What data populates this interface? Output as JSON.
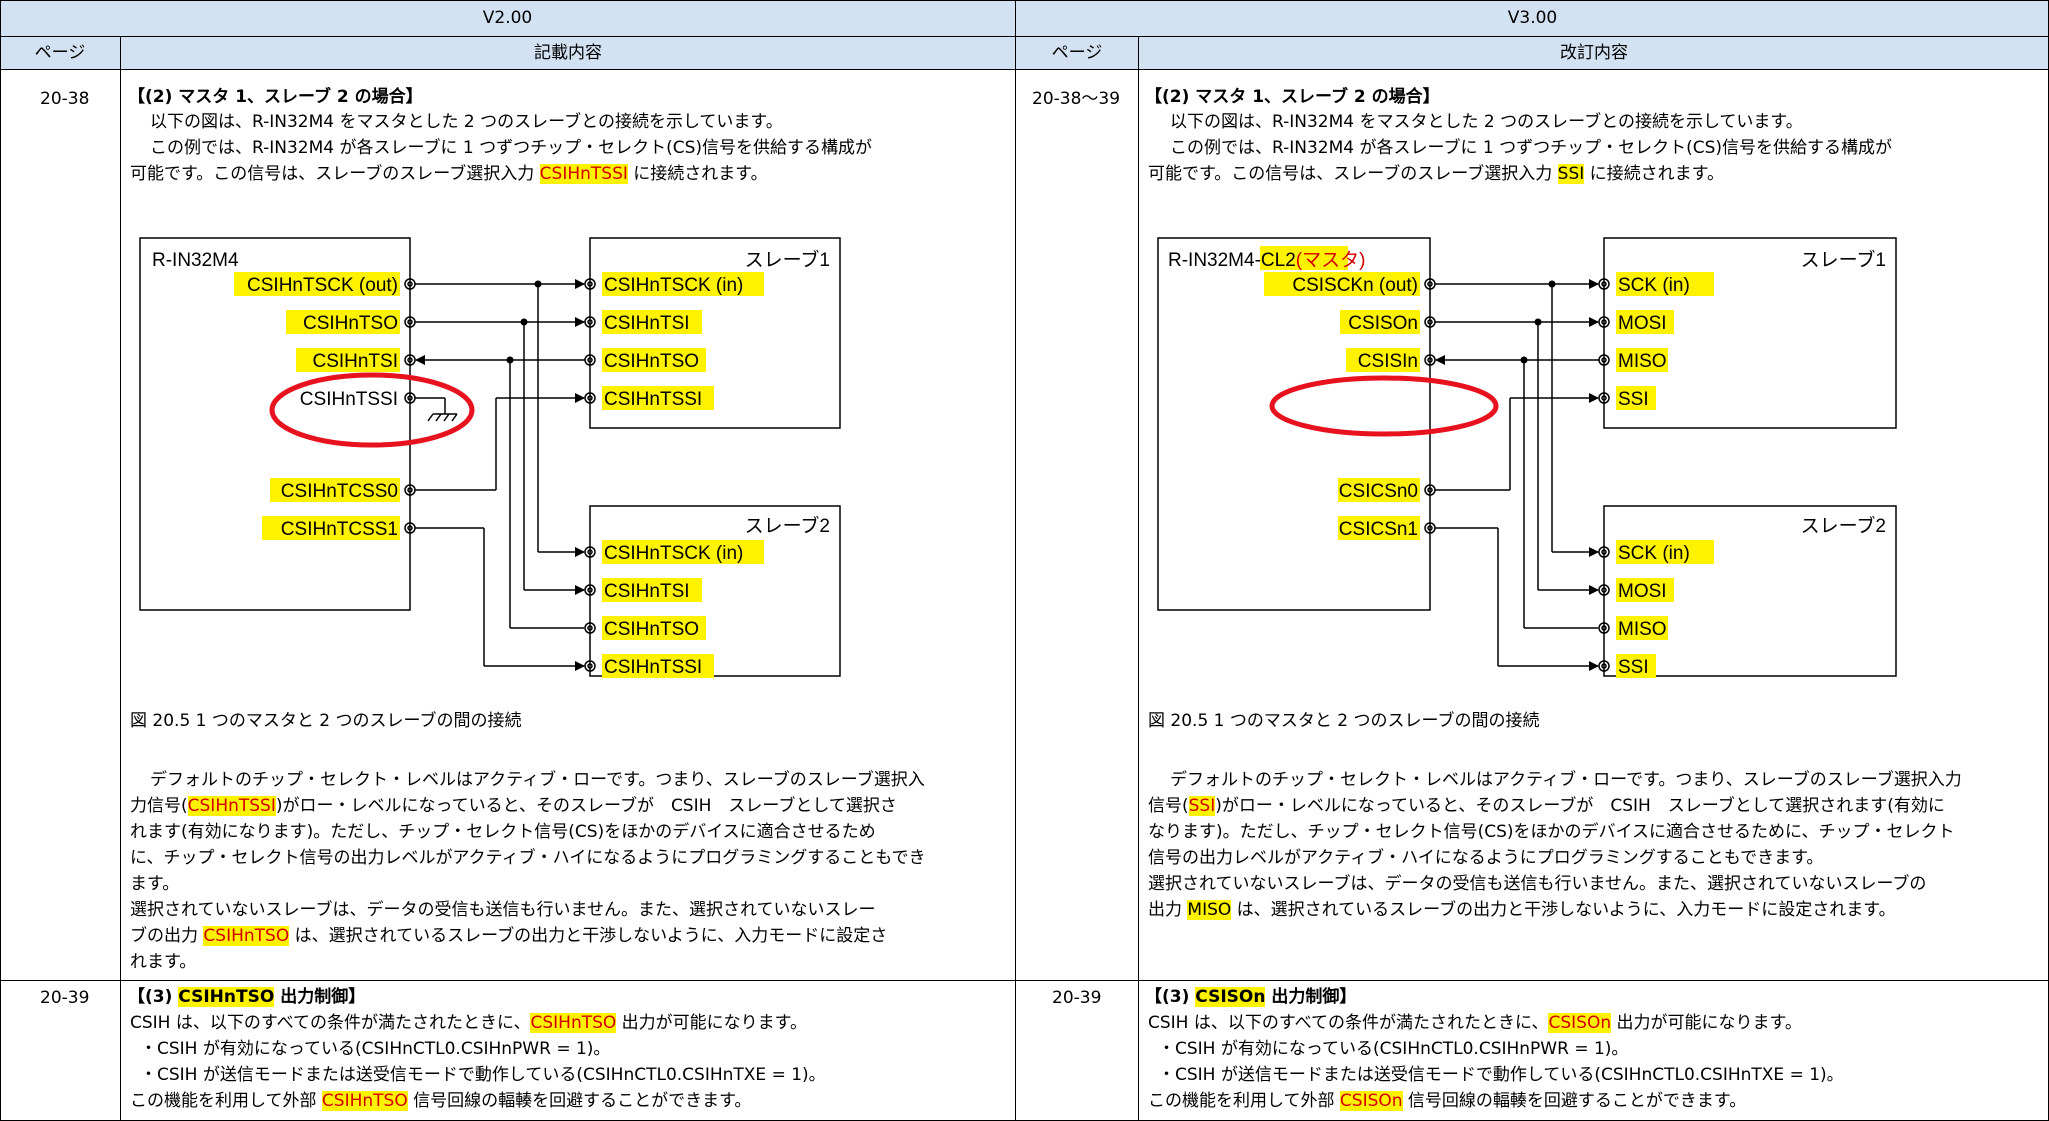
{
  "header": {
    "old_version": "V2.00",
    "new_version": "V3.00",
    "page_col": "ページ",
    "old_content_col": "記載内容",
    "new_content_col": "改訂内容"
  },
  "row1": {
    "old_page": "20-38",
    "new_page": "20-38～39",
    "title": "【(2) マスタ 1、スレーブ 2 の場合】",
    "line1": "以下の図は、R-IN32M4 をマスタとした 2 つのスレーブとの接続を示しています。",
    "line2": "この例では、R-IN32M4 が各スレーブに 1 つずつチップ・セレクト(CS)信号を供給する構成が",
    "old_line3_pre": "可能です。この信号は、スレーブのスレーブ選択入力 ",
    "old_line3_hl": "CSIHnTSSI",
    "old_line3_post": " に接続されます。",
    "new_line3_pre": "可能です。この信号は、スレーブのスレーブ選択入力 ",
    "new_line3_hl": "SSI",
    "new_line3_post": " に接続されます。",
    "caption": "図 20.5 1 つのマスタと 2 つのスレーブの間の接続",
    "old_para_a1": "デフォルトのチップ・セレクト・レベルはアクティブ・ローです。つまり、スレーブのスレーブ選択入",
    "old_para_a2_pre": "力信号(",
    "old_para_a2_hl": "CSIHnTSSI",
    "old_para_a2_post": ")がロー・レベルになっていると、そのスレーブが　CSIH　スレーブとして選択さ",
    "old_para_a3": "れます(有効になります)。ただし、チップ・セレクト信号(CS)をほかのデバイスに適合させるため",
    "old_para_a4": "に、チップ・セレクト信号の出力レベルがアクティブ・ハイになるようにプログラミングすることもでき",
    "old_para_a5": "ます。",
    "old_para_b1": "選択されていないスレーブは、データの受信も送信も行いません。また、選択されていないスレー",
    "old_para_b2_pre": "ブの出力 ",
    "old_para_b2_hl": "CSIHnTSO",
    "old_para_b2_post": " は、選択されているスレーブの出力と干渉しないように、入力モードに設定さ",
    "old_para_b3": "れます。",
    "new_para_a1": "デフォルトのチップ・セレクト・レベルはアクティブ・ローです。つまり、スレーブのスレーブ選択入力",
    "new_para_a2_pre": "信号(",
    "new_para_a2_hl": "SSI",
    "new_para_a2_post": ")がロー・レベルになっていると、そのスレーブが　CSIH　スレーブとして選択されます(有効に",
    "new_para_a3": "なります)。ただし、チップ・セレクト信号(CS)をほかのデバイスに適合させるために、チップ・セレクト",
    "new_para_a4": "信号の出力レベルがアクティブ・ハイになるようにプログラミングすることもできます。",
    "new_para_b1": "選択されていないスレーブは、データの受信も送信も行いません。また、選択されていないスレーブの",
    "new_para_b2_pre": "出力 ",
    "new_para_b2_hl": "MISO",
    "new_para_b2_post": " は、選択されているスレーブの出力と干渉しないように、入力モードに設定されます。"
  },
  "row2": {
    "old_page": "20-39",
    "new_page": "20-39",
    "old_title_open": "【(3) ",
    "old_title_hl": "CSIHnTSO",
    "old_title_close": " 出力制御】",
    "new_title_open": "【(3) ",
    "new_title_hl": "CSISOn",
    "new_title_close": " 出力制御】",
    "old_l1_pre": "CSIH は、以下のすべての条件が満たされたときに、",
    "old_l1_hl": "CSIHnTSO",
    "old_l1_post": " 出力が可能になります。",
    "new_l1_pre": "CSIH は、以下のすべての条件が満たされたときに、",
    "new_l1_hl": "CSISOn",
    "new_l1_post": " 出力が可能になります。",
    "l2": "・CSIH が有効になっている(CSIHnCTL0.CSIHnPWR = 1)。",
    "l3": "・CSIH が送信モードまたは送受信モードで動作している(CSIHnCTL0.CSIHnTXE = 1)。",
    "old_l4_pre": "この機能を利用して外部 ",
    "old_l4_hl": "CSIHnTSO",
    "old_l4_post": " 信号回線の輻輳を回避することができます。",
    "new_l4_pre": "この機能を利用して外部 ",
    "new_l4_hl": "CSISOn",
    "new_l4_post": " 信号回線の輻輳を回避することができます。"
  },
  "fig_old": {
    "master": "R-IN32M4",
    "slave1": "スレーブ1",
    "slave2": "スレーブ2",
    "m_sck": "CSIHnTSCK (out)",
    "m_tso": "CSIHnTSO",
    "m_tsi": "CSIHnTSI",
    "m_tssi": "CSIHnTSSI",
    "m_css0": "CSIHnTCSS0",
    "m_css1": "CSIHnTCSS1",
    "s_sck": "CSIHnTSCK (in)",
    "s_tsi": "CSIHnTSI",
    "s_tso": "CSIHnTSO",
    "s_tssi": "CSIHnTSSI"
  },
  "fig_new": {
    "master_pre": "R-IN32M4-CL2",
    "master_hl": "(マスタ)",
    "slave1": "スレーブ1",
    "slave2": "スレーブ2",
    "m_sck": "CSISCKn (out)",
    "m_so": "CSISOn",
    "m_si": "CSISIn",
    "m_cs0": "CSICSn0",
    "m_cs1": "CSICSn1",
    "s_sck": "SCK (in)",
    "s_mosi": "MOSI",
    "s_miso": "MISO",
    "s_ssi": "SSI"
  },
  "colors": {
    "header_shade": "#d3e2f2",
    "highlight": "#fff200",
    "circle": "#e8121e",
    "highlight_text_red": "#d40000"
  }
}
